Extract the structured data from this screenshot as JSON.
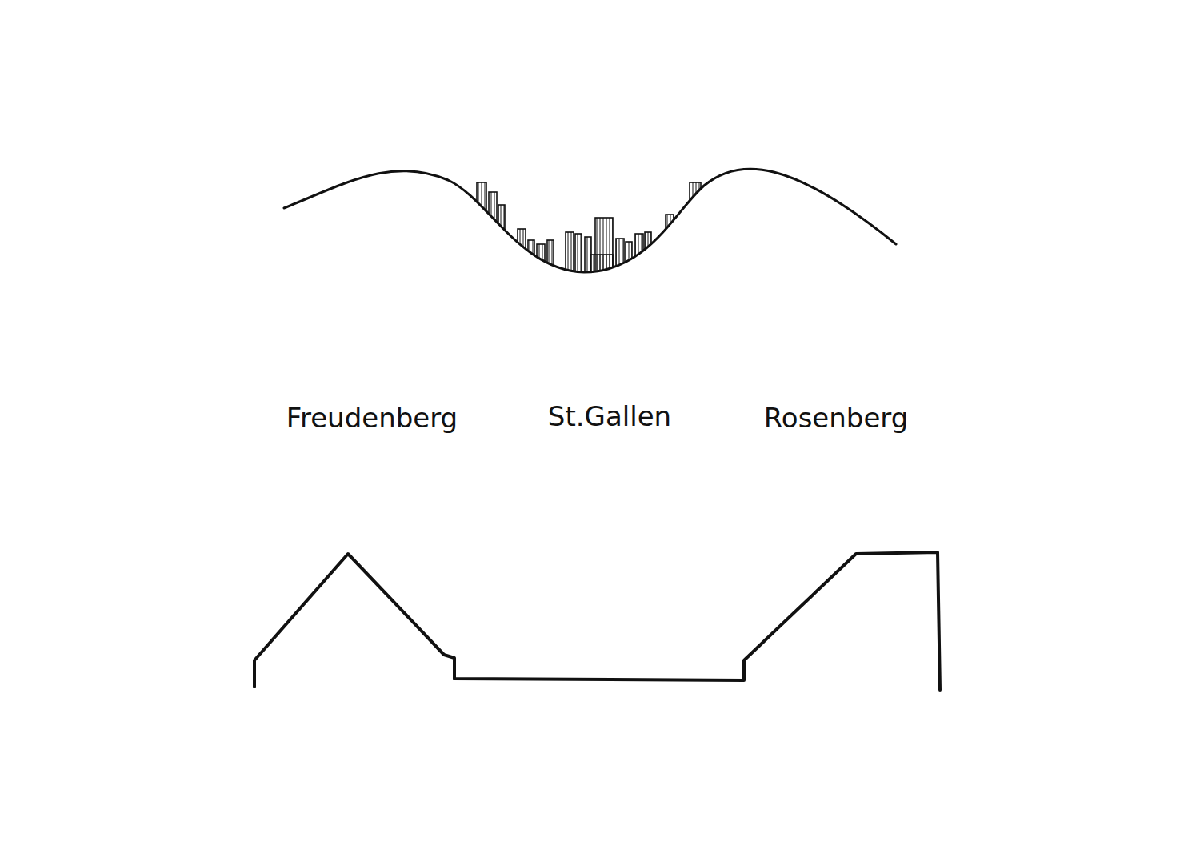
{
  "diagram": {
    "labels": [
      "Freudenberg",
      "St.Gallen",
      "Rosenberg"
    ]
  }
}
